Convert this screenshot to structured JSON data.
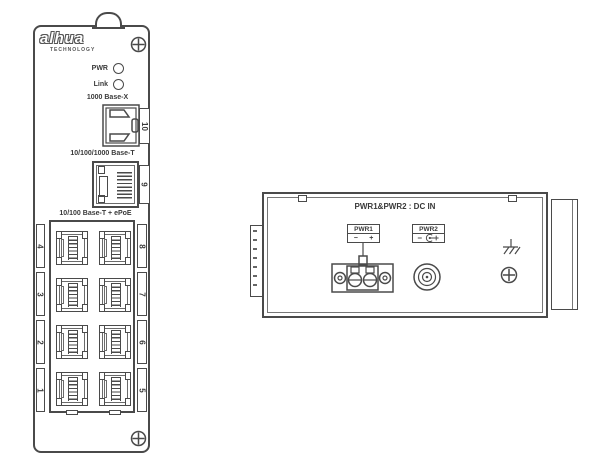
{
  "colors": {
    "line": "#4a4a4a",
    "text": "#3a3a3a"
  },
  "front_panel": {
    "logo": {
      "text": "alhua",
      "tagline": "TECHNOLOGY"
    },
    "leds": {
      "pwr": "PWR",
      "link": "Link"
    },
    "sfp": {
      "label": "1000 Base-X",
      "port": "10"
    },
    "gigabit": {
      "label": "10/100/1000 Base-T",
      "port": "9"
    },
    "epoe": {
      "label": "10/100 Base-T + ePoE",
      "left_ports": [
        "4",
        "3",
        "2",
        "1"
      ],
      "right_ports": [
        "8",
        "7",
        "6",
        "5"
      ]
    }
  },
  "top_panel": {
    "title": "PWR1&PWR2 : DC IN",
    "pwr1": {
      "label": "PWR1",
      "neg": "−",
      "pos": "+"
    },
    "pwr2": {
      "label": "PWR2"
    },
    "icons": {
      "ground": "earth-ground",
      "screw": "phillips-screw",
      "dc_jack": "dc-jack",
      "terminal": "2-pin-terminal-block"
    }
  }
}
